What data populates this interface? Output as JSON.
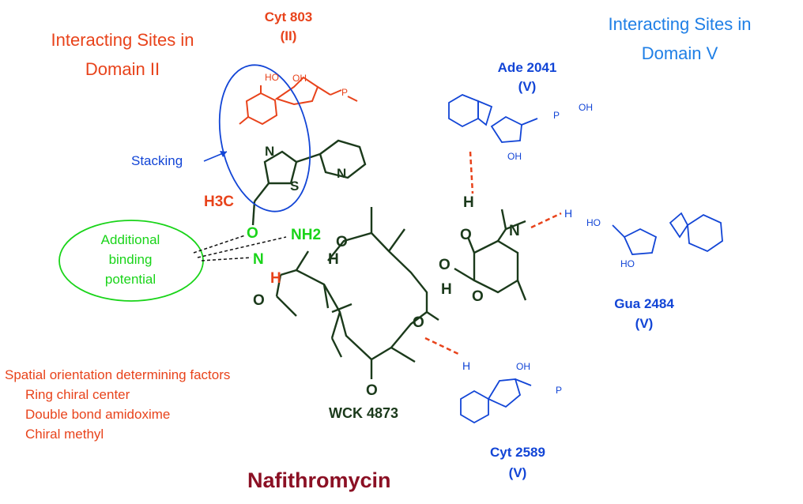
{
  "domain2": {
    "title_line1": "Interacting Sites in",
    "title_line2": "Domain II",
    "residue_name": "Cyt 803",
    "residue_domain": "(II)"
  },
  "domain5": {
    "title_line1": "Interacting Sites in",
    "title_line2": "Domain V",
    "ade_name": "Ade 2041",
    "ade_domain": "(V)",
    "gua_name": "Gua 2484",
    "gua_domain": "(V)",
    "cyt_name": "Cyt 2589",
    "cyt_domain": "(V)"
  },
  "stacking_label": "Stacking",
  "binding": {
    "line1": "Additional",
    "line2": "binding",
    "line3": "potential"
  },
  "factors": {
    "heading": "Spatial orientation determining factors",
    "items": [
      "Ring chiral center",
      "Double bond amidoxime",
      "Chiral methyl"
    ]
  },
  "compound_code": "WCK 4873",
  "compound_name": "Nafithromycin",
  "atoms": {
    "nh2": "NH2",
    "h3c": "H3C",
    "o": "O",
    "n": "N",
    "s": "S",
    "h": "H",
    "oh": "OH",
    "ho": "HO",
    "p": "P"
  },
  "colors": {
    "orange": "#e8431b",
    "blue": "#1245d6",
    "light_blue": "#1f7fe6",
    "green": "#19d419",
    "dark_green": "#1b3a1b",
    "maroon": "#8b1024"
  }
}
